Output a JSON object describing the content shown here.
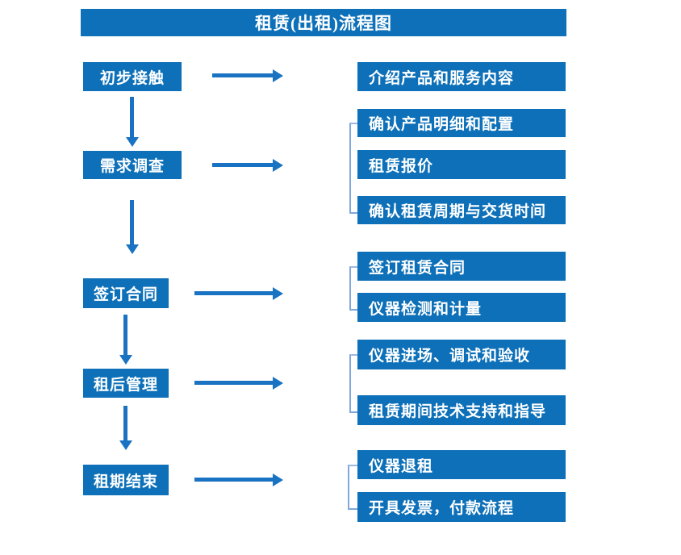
{
  "title": "租赁(出租)流程图",
  "colors": {
    "box_blue": "#0d70b8",
    "arrow_blue": "#1a73c2",
    "bracket_blue": "#7fa8d9",
    "text_white": "#ffffff"
  },
  "steps": [
    {
      "label": "初步接触",
      "details": [
        "介绍产品和服务内容"
      ]
    },
    {
      "label": "需求调查",
      "details": [
        "确认产品明细和配置",
        "租赁报价",
        "确认租赁周期与交货时间"
      ]
    },
    {
      "label": "签订合同",
      "details": [
        "签订租赁合同",
        "仪器检测和计量"
      ]
    },
    {
      "label": "租后管理",
      "details": [
        "仪器进场、调试和验收",
        "租赁期间技术支持和指导"
      ]
    },
    {
      "label": "租期结束",
      "details": [
        "仪器退租",
        "开具发票，付款流程"
      ]
    }
  ]
}
